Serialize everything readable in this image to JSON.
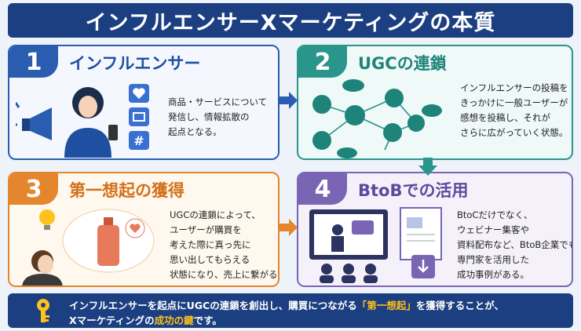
{
  "title": "インフルエンサーXマーケティングの本質",
  "cards": [
    {
      "number": "1",
      "title": "インフルエンサー",
      "lines": [
        "商品・サービスについて",
        "発信し、情報拡散の",
        "起点となる。"
      ],
      "color": "#2a5db0"
    },
    {
      "number": "2",
      "title": "UGCの連鎖",
      "lines": [
        "インフルエンサーの投稿を",
        "きっかけに一般ユーザーが",
        "感想を投稿し、それが",
        "さらに広がっていく状態。"
      ],
      "color": "#29958b"
    },
    {
      "number": "3",
      "title": "第一想起の獲得",
      "lines": [
        "UGCの連鎖によって、",
        "ユーザーが購買を",
        "考えた際に真っ先に",
        "思い出してもらえる",
        "状態になり、売上に繋がる。"
      ],
      "color": "#e4862d"
    },
    {
      "number": "4",
      "title": "BtoBでの活用",
      "lines": [
        "BtoCだけでなく、",
        "ウェビナー集客や",
        "資料配布など、BtoB企業でも",
        "専門家を活用した",
        "成功事例がある。"
      ],
      "color": "#7a64b4"
    }
  ],
  "footer": {
    "line1_a": "インフルエンサーを起点にUGCの連鎖を創出し、購買につながる",
    "line1_highlight": "「第一想起」",
    "line1_b": "を獲得することが、",
    "line2_a": "Xマーケティングの",
    "line2_highlight": "成功の鍵",
    "line2_b": "です。"
  },
  "icons": {
    "card1": [
      "megaphone-icon",
      "person-with-phone-icon",
      "heart-icon",
      "retweet-icon",
      "hashtag-icon"
    ],
    "card2": [
      "user-network-icon",
      "chat-bubble-icon"
    ],
    "card3": [
      "lightbulb-icon",
      "product-bottle-icon",
      "thinking-person-icon"
    ],
    "card4": [
      "webinar-presentation-icon",
      "audience-icon",
      "document-download-icon"
    ],
    "footer": [
      "key-icon"
    ]
  },
  "colors": {
    "header_bg": "#1b3f80",
    "highlight": "#ffc21a"
  }
}
